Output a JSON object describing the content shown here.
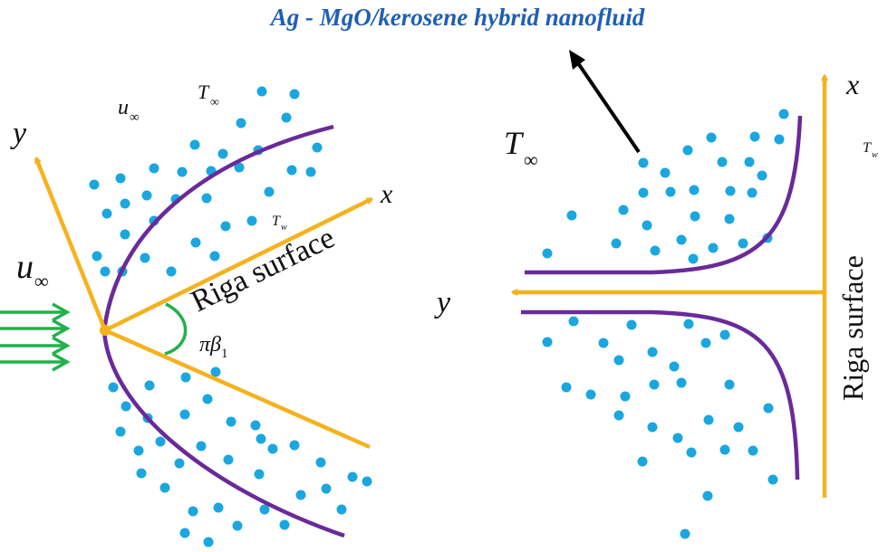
{
  "title": "Ag - MgO/kerosene hybrid nanofluid",
  "colors": {
    "title": "#1f5fb4",
    "axis": "#f5b21e",
    "boundary": "#6a2a9a",
    "particle": "#1aa7e0",
    "flow_arrows": "#22b14c",
    "pointer_arrow": "#000000",
    "text": "#111111"
  },
  "left_panel": {
    "y_axis_label": "y",
    "x_axis_label": "x",
    "free_stream_velocity_top": "u",
    "free_stream_velocity_left": "u",
    "infinity_symbol": "∞",
    "ambient_temperature": "T",
    "wall_temperature": "T",
    "wall_subscript": "w",
    "surface_label": "Riga surface",
    "wedge_angle_pi_beta": "πβ",
    "wedge_angle_subscript": "1"
  },
  "right_panel": {
    "ambient_temperature": "T",
    "infinity_symbol": "∞",
    "wall_temperature": "T",
    "wall_subscript": "w",
    "x_axis_label": "x",
    "y_axis_label": "y",
    "surface_label": "Riga surface"
  }
}
